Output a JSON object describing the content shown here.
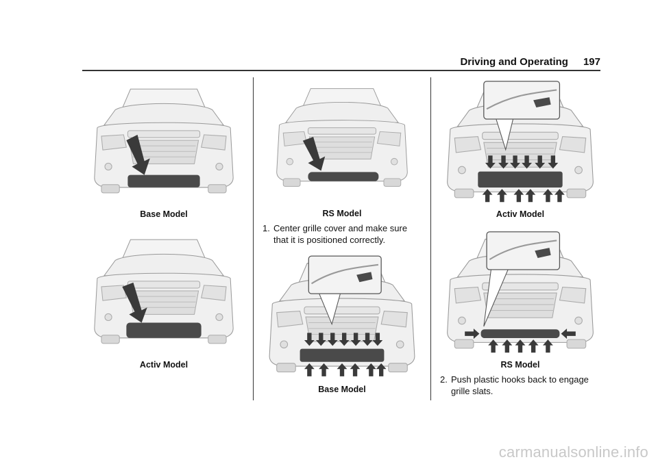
{
  "header": {
    "section": "Driving and Operating",
    "page_number": "197"
  },
  "figures": [
    {
      "id": "base-left",
      "caption": "Base Model"
    },
    {
      "id": "activ-left",
      "caption": "Activ Model"
    },
    {
      "id": "rs-middle",
      "caption": "RS Model"
    },
    {
      "id": "base-middle",
      "caption": "Base Model"
    },
    {
      "id": "activ-right",
      "caption": "Activ Model"
    },
    {
      "id": "rs-right",
      "caption": "RS Model"
    }
  ],
  "steps": [
    {
      "number": "1.",
      "text": "Center grille cover and make sure that it is positioned correctly."
    },
    {
      "number": "2.",
      "text": "Push plastic hooks back to engage grille slats."
    }
  ],
  "watermark": "carmanualsonline.info",
  "colors": {
    "text": "#111111",
    "rule": "#333333",
    "cover": "#4a4a4a",
    "arrow": "#3a3a3a"
  }
}
